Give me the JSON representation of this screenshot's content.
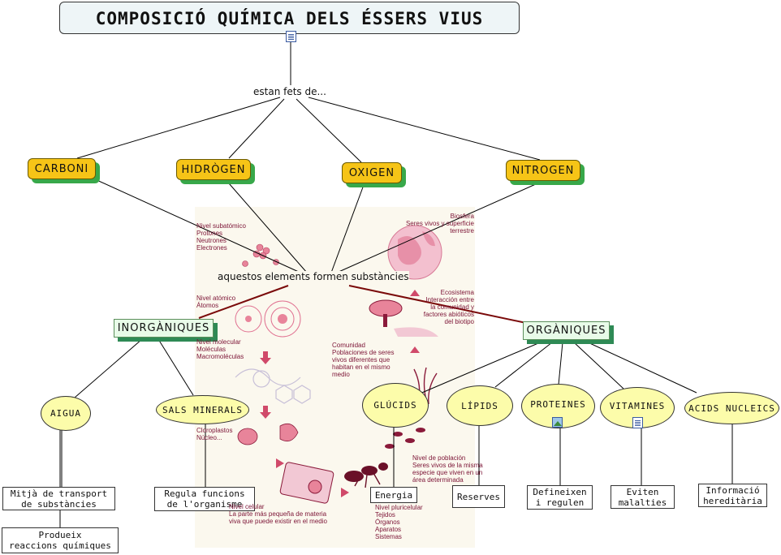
{
  "title": "COMPOSICIÓ QUÍMICA DELS ÉSSERS VIUS",
  "links": {
    "made_of": "estan fets de...",
    "form_substances": "aquestos elements formen substàncies"
  },
  "elements": [
    "CARBONI",
    "HIDRÒGEN",
    "OXIGEN",
    "NITROGEN"
  ],
  "categories": {
    "inorganic": "INORGÀNIQUES",
    "organic": "ORGÀNIQUES"
  },
  "inorganic_items": [
    "AIGUA",
    "SALS MINERALS"
  ],
  "organic_items": [
    "GLÚCIDS",
    "LÍPIDS",
    "PROTEINES",
    "VITAMINES",
    "ACIDS NUCLEICS"
  ],
  "functions": {
    "aigua_1": "Mitjà de transport\nde substàncies",
    "aigua_2": "Produeix\nreaccions químiques",
    "sals": "Regula funcions\nde l'organisme",
    "glucids": "Energia",
    "lipids": "Reserves",
    "proteines": "Defineixen\ni regulen",
    "vitamines": "Eviten\nmalalties",
    "acids": "Informació\nhereditària"
  },
  "illustration_captions": {
    "subatomic": "Nivel subatómico\nProtones\nNeutrones\nElectrones",
    "atomic": "Nivel atómico\nÁtomos",
    "molecular": "Nivel molecular\nMoléculas\nMacromoléculas",
    "organelles": "Cloroplastos\nNúcleo...",
    "cellular": "Nivel celular\nLa parte más pequeña de materia\nviva que puede existir en el medio",
    "pluricellular": "Nivel pluricelular\nTejidos\nÓrganos\nAparatos\nSistemas",
    "population": "Nivel de población\nSeres vivos de la misma\nespecie que viven en un\nárea determinada",
    "community": "Comunidad\nPoblaciones de seres\nvivos diferentes que\nhabitan en el mismo\nmedio",
    "ecosystem": "Ecosistema\nInteracción entre\nla comunidad y\nfactores abióticos\ndel biotipo",
    "biosphere": "Biosfera\nSeres vivos y superficie\nterrestre"
  },
  "colors": {
    "element_fill": "#f6c417",
    "element_shadow": "#38a84a",
    "category_fill": "#e8fbe8",
    "category_shadow": "#2e8a55",
    "oval_fill": "#fcfcaa",
    "caption_text": "#7c1436",
    "highlight_link": "#7a0a0a"
  },
  "icons": {
    "title_note": "note-icon",
    "proteines_attachment": "image-icon",
    "vitamines_note": "note-icon"
  }
}
